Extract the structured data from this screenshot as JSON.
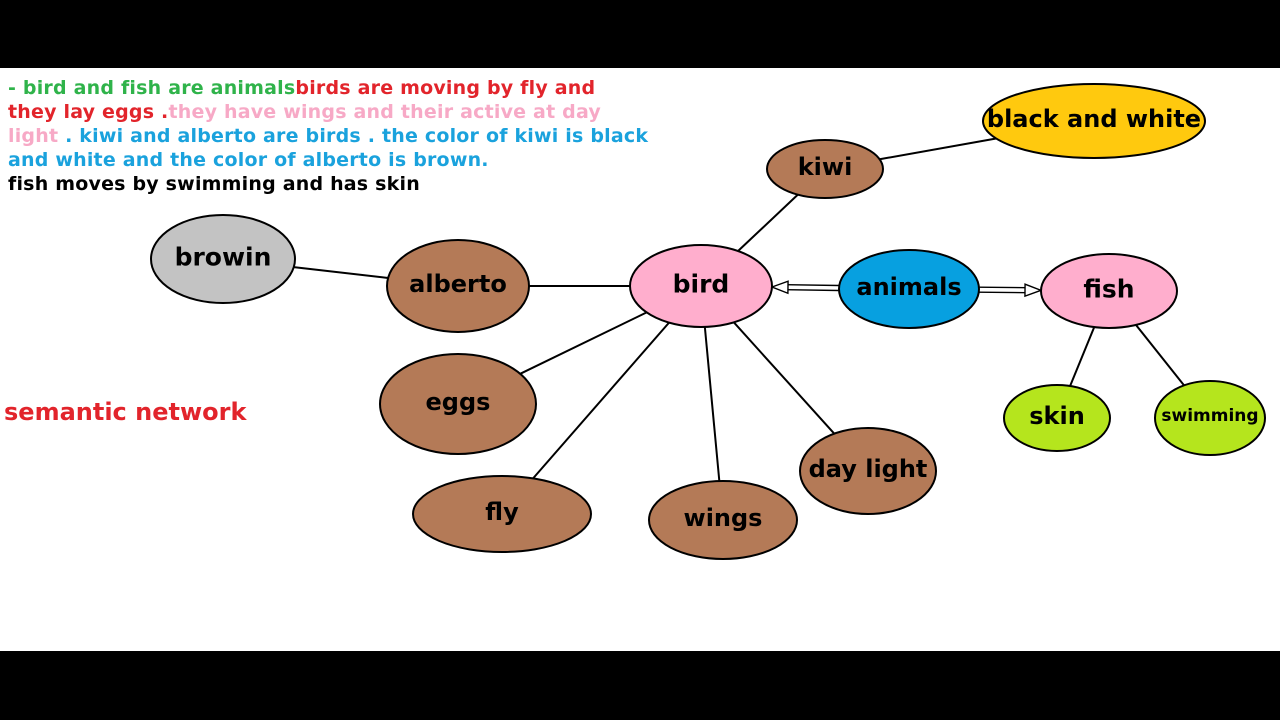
{
  "description": {
    "lines": [
      [
        {
          "text": " - bird and fish are animals",
          "color": "#2fb34a"
        },
        {
          "text": "birds are moving by fly and",
          "color": "#e2242b"
        }
      ],
      [
        {
          "text": "they lay eggs .",
          "color": "#e2242b"
        },
        {
          "text": "they have wings and their active at day",
          "color": "#f7a9c6"
        }
      ],
      [
        {
          "text": "light",
          "color": "#f7a9c6"
        },
        {
          "text": " . kiwi and alberto are birds . the color of kiwi is black",
          "color": "#1aa2dd"
        }
      ],
      [
        {
          "text": "and white and the color of alberto is brown.",
          "color": "#1aa2dd"
        }
      ],
      [
        {
          "text": "fish moves by swimming and has skin",
          "color": "#000000"
        }
      ]
    ]
  },
  "diagram_label": "semantic network",
  "colors": {
    "brown": "#b47a57",
    "pink": "#ffaecd",
    "blue": "#07a0e0",
    "gray": "#c3c3c3",
    "yellow": "#ffc90e",
    "lime": "#b5e51d"
  },
  "nodes": [
    {
      "id": "browin",
      "label": "browin",
      "color": "#c3c3c3"
    },
    {
      "id": "alberto",
      "label": "alberto",
      "color": "#b47a57"
    },
    {
      "id": "bird",
      "label": "bird",
      "color": "#ffaecd"
    },
    {
      "id": "kiwi",
      "label": "kiwi",
      "color": "#b47a57"
    },
    {
      "id": "black-and-white",
      "label": "black and white",
      "color": "#ffc90e"
    },
    {
      "id": "animals",
      "label": "animals",
      "color": "#07a0e0"
    },
    {
      "id": "fish",
      "label": "fish",
      "color": "#ffaecd"
    },
    {
      "id": "eggs",
      "label": "eggs",
      "color": "#b47a57"
    },
    {
      "id": "fly",
      "label": "fly",
      "color": "#b47a57"
    },
    {
      "id": "wings",
      "label": "wings",
      "color": "#b47a57"
    },
    {
      "id": "day-light",
      "label": "day light",
      "color": "#b47a57"
    },
    {
      "id": "skin",
      "label": "skin",
      "color": "#b5e51d"
    },
    {
      "id": "swimming",
      "label": "swimming",
      "color": "#b5e51d"
    }
  ],
  "edges": [
    {
      "from": "browin",
      "to": "alberto",
      "type": "line"
    },
    {
      "from": "alberto",
      "to": "bird",
      "type": "line"
    },
    {
      "from": "bird",
      "to": "kiwi",
      "type": "line"
    },
    {
      "from": "kiwi",
      "to": "black-and-white",
      "type": "line"
    },
    {
      "from": "bird",
      "to": "eggs",
      "type": "line"
    },
    {
      "from": "bird",
      "to": "fly",
      "type": "line"
    },
    {
      "from": "bird",
      "to": "wings",
      "type": "line"
    },
    {
      "from": "bird",
      "to": "day-light",
      "type": "line"
    },
    {
      "from": "animals",
      "to": "bird",
      "type": "arrow"
    },
    {
      "from": "animals",
      "to": "fish",
      "type": "arrow"
    },
    {
      "from": "fish",
      "to": "skin",
      "type": "line"
    },
    {
      "from": "fish",
      "to": "swimming",
      "type": "line"
    }
  ]
}
